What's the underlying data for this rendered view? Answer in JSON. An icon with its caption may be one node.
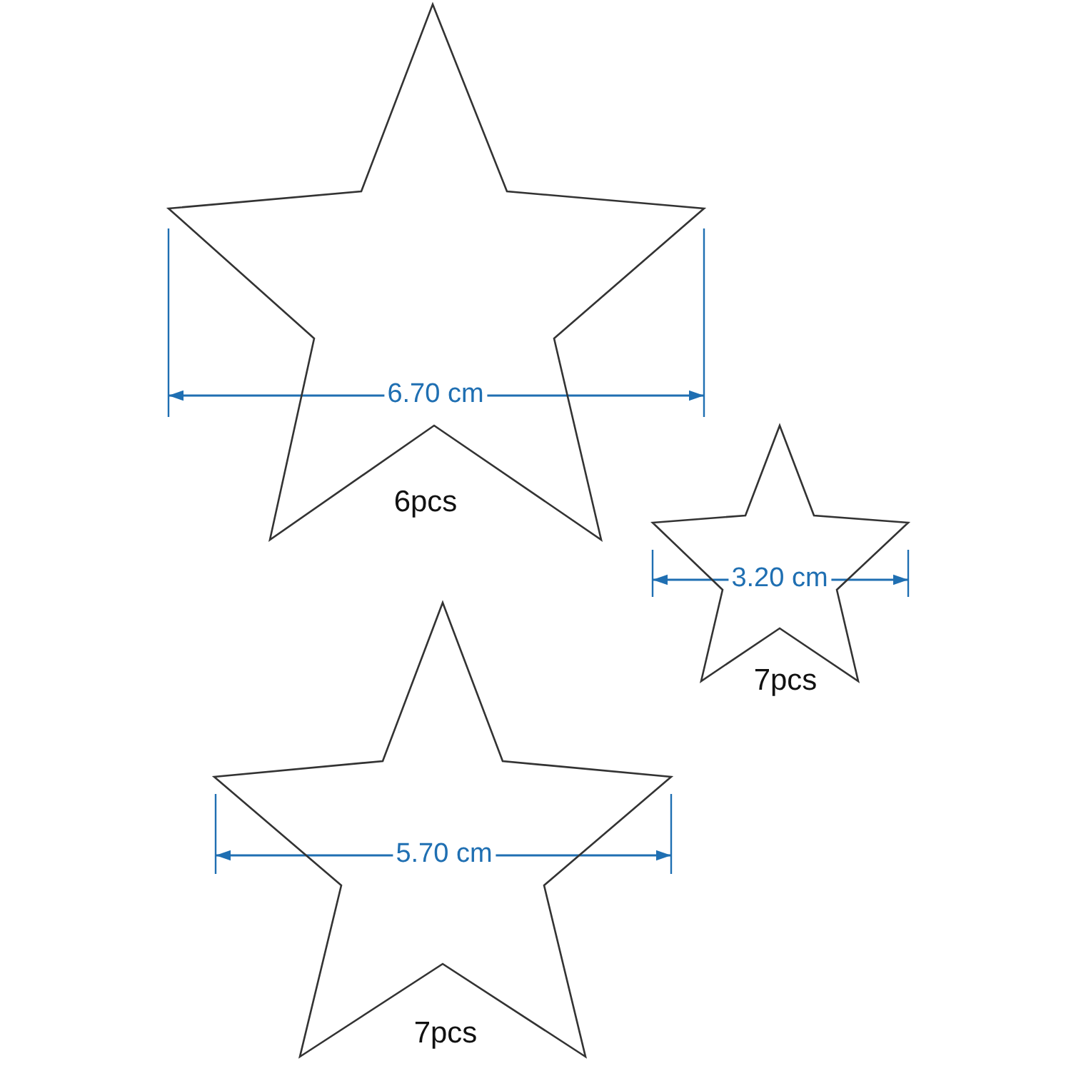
{
  "diagram": {
    "nodes": [
      {
        "text": [
          "6pcs"
        ]
      },
      {
        "text": [
          "7pcs"
        ]
      },
      {
        "text": [
          "7pcs"
        ]
      }
    ],
    "labels": [
      "6.70 cm",
      "3.20 cm",
      "5.70 cm"
    ]
  }
}
